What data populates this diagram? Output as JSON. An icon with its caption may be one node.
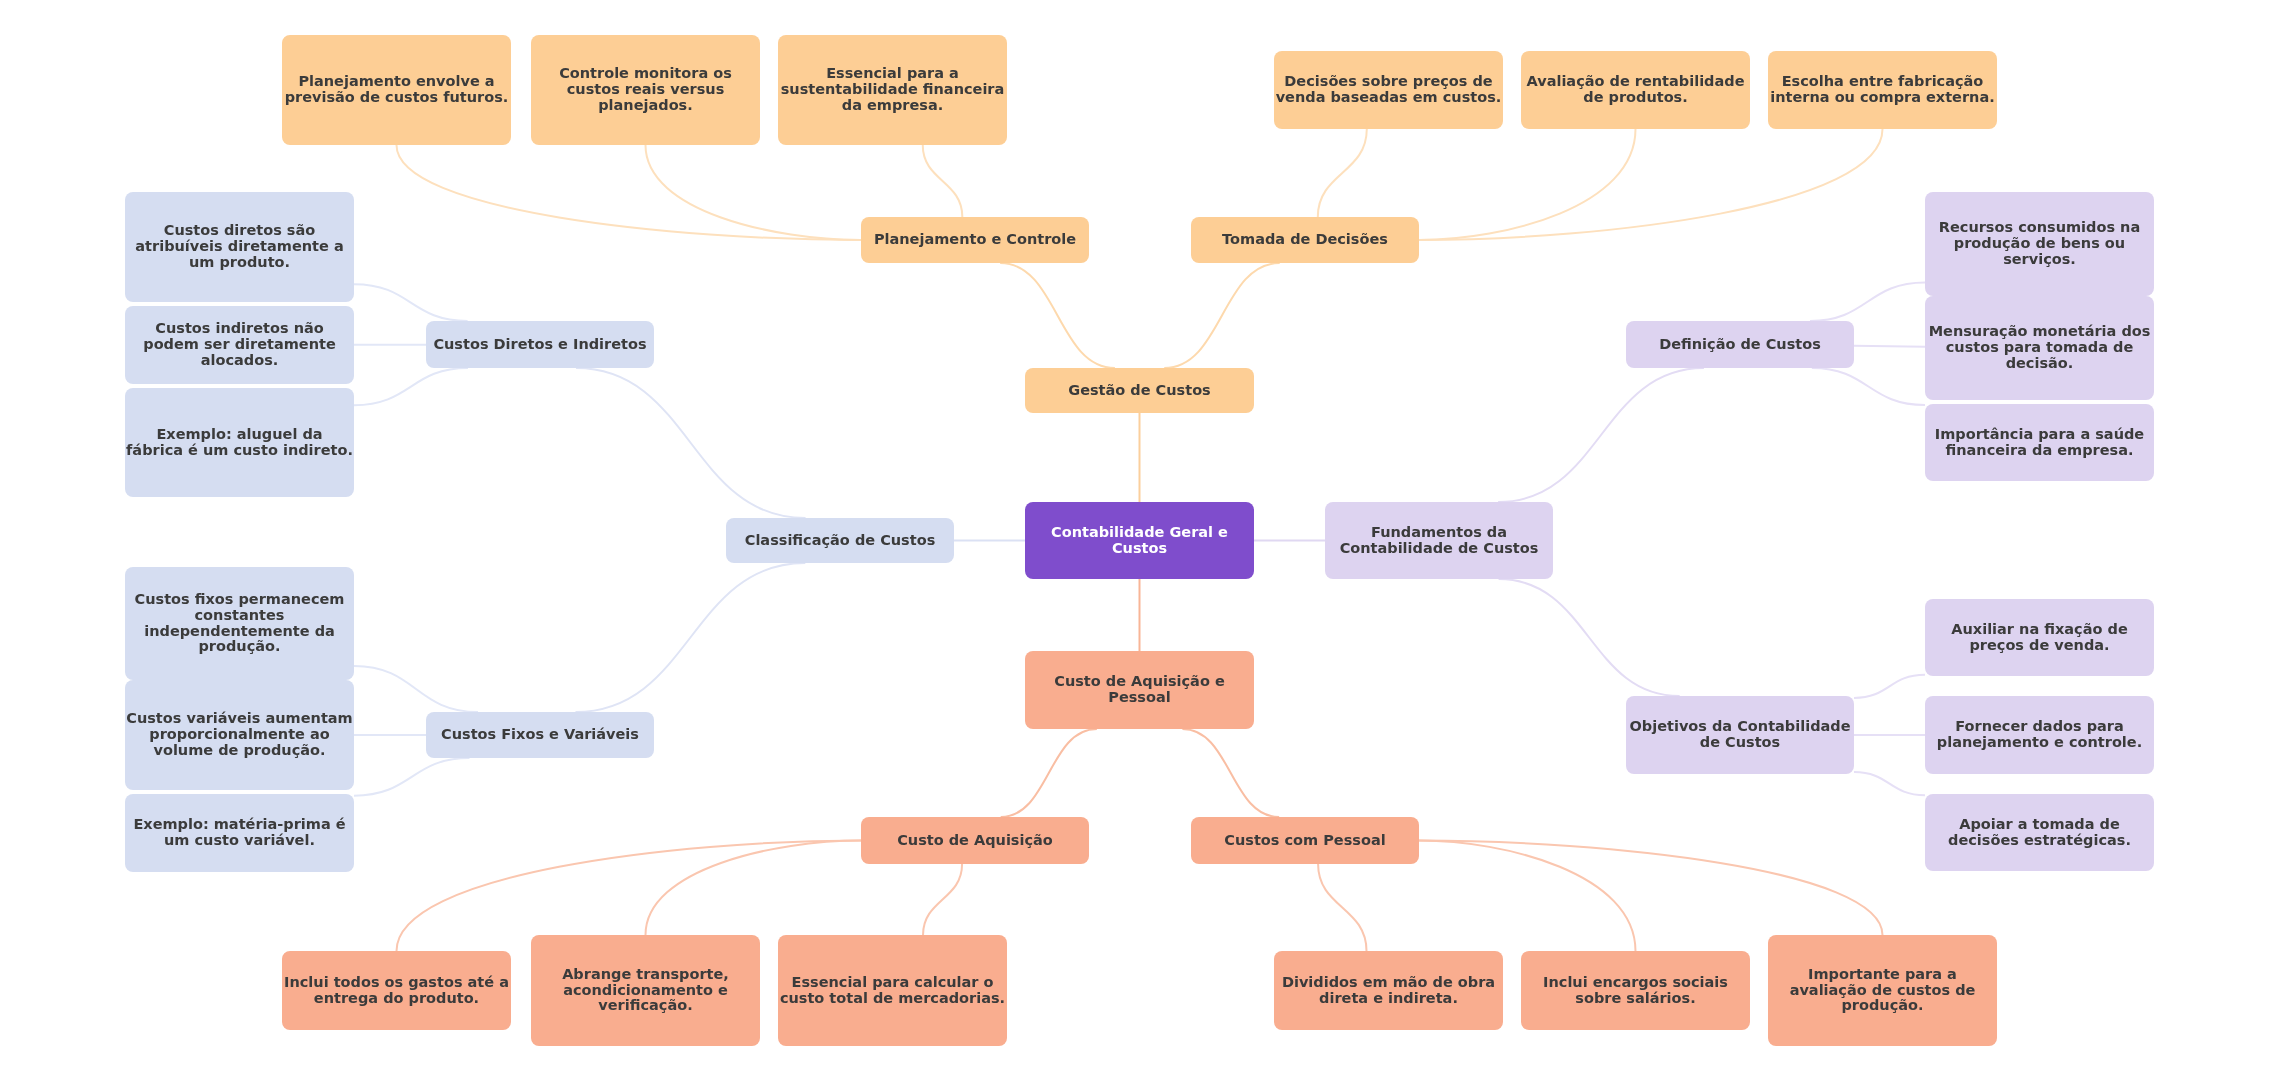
{
  "diagram": {
    "nodes": [
      {
        "text": [
          "Contabilidade Geral e Custos"
        ]
      },
      {
        "text": [
          "Gestão de Custos"
        ]
      },
      {
        "text": [
          "Planejamento e Controle"
        ]
      },
      {
        "text": [
          "Planejamento envolve a previsão de custos futuros."
        ]
      },
      {
        "text": [
          "Controle monitora os custos reais versus planejados."
        ]
      },
      {
        "text": [
          "Essencial para a sustentabilidade financeira da empresa."
        ]
      },
      {
        "text": [
          "Tomada de Decisões"
        ]
      },
      {
        "text": [
          "Decisões sobre preços de venda baseadas em custos."
        ]
      },
      {
        "text": [
          "Avaliação de rentabilidade de produtos."
        ]
      },
      {
        "text": [
          "Escolha entre fabricação interna ou compra externa."
        ]
      },
      {
        "text": [
          "Classificação de Custos"
        ]
      },
      {
        "text": [
          "Custos Diretos e Indiretos"
        ]
      },
      {
        "text": [
          "Custos diretos são atribuíveis diretamente a um produto."
        ]
      },
      {
        "text": [
          "Custos indiretos não podem ser diretamente alocados."
        ]
      },
      {
        "text": [
          "Exemplo: aluguel da fábrica é um custo indireto."
        ]
      },
      {
        "text": [
          "Custos Fixos e Variáveis"
        ]
      },
      {
        "text": [
          "Custos fixos permanecem constantes independentemente da produção."
        ]
      },
      {
        "text": [
          "Custos variáveis aumentam proporcionalmente ao volume de produção."
        ]
      },
      {
        "text": [
          "Exemplo: matéria-prima é um custo variável."
        ]
      },
      {
        "text": [
          "Fundamentos da Contabilidade de Custos"
        ]
      },
      {
        "text": [
          "Definição de Custos"
        ]
      },
      {
        "text": [
          "Recursos consumidos na produção de bens ou serviços."
        ]
      },
      {
        "text": [
          "Mensuração monetária dos custos para tomada de decisão."
        ]
      },
      {
        "text": [
          "Importância para a saúde financeira da empresa."
        ]
      },
      {
        "text": [
          "Objetivos da Contabilidade de Custos"
        ]
      },
      {
        "text": [
          "Auxiliar na fixação de preços de venda."
        ]
      },
      {
        "text": [
          "Fornecer dados para planejamento e controle."
        ]
      },
      {
        "text": [
          "Apoiar a tomada de decisões estratégicas."
        ]
      },
      {
        "text": [
          "Custo de Aquisição e Pessoal"
        ]
      },
      {
        "text": [
          "Custo de Aquisição"
        ]
      },
      {
        "text": [
          "Inclui todos os gastos até a entrega do produto."
        ]
      },
      {
        "text": [
          "Abrange transporte, acondicionamento e verificação."
        ]
      },
      {
        "text": [
          "Essencial para calcular o custo total de mercadorias."
        ]
      },
      {
        "text": [
          "Custos com Pessoal"
        ]
      },
      {
        "text": [
          "Divididos em mão de obra direta e indireta."
        ]
      },
      {
        "text": [
          "Inclui encargos sociais sobre salários."
        ]
      },
      {
        "text": [
          "Importante para a avaliação de custos de produção."
        ]
      }
    ],
    "edges": [
      {
        "from": 0,
        "to": 1,
        "arrow": "none",
        "color": "#fbcf9c"
      },
      {
        "from": 1,
        "to": 2,
        "arrow": "none",
        "color": "#fdd9ad"
      },
      {
        "from": 2,
        "to": 3,
        "arrow": "none",
        "color": "#fde0bd"
      },
      {
        "from": 2,
        "to": 4,
        "arrow": "none",
        "color": "#fde0bd"
      },
      {
        "from": 2,
        "to": 5,
        "arrow": "none",
        "color": "#fde0bd"
      },
      {
        "from": 1,
        "to": 6,
        "arrow": "none",
        "color": "#fdd9ad"
      },
      {
        "from": 6,
        "to": 7,
        "arrow": "none",
        "color": "#fde0bd"
      },
      {
        "from": 6,
        "to": 8,
        "arrow": "none",
        "color": "#fde0bd"
      },
      {
        "from": 6,
        "to": 9,
        "arrow": "none",
        "color": "#fde0bd"
      },
      {
        "from": 0,
        "to": 10,
        "arrow": "none",
        "color": "#dbe1f4"
      },
      {
        "from": 10,
        "to": 11,
        "arrow": "none",
        "color": "#dfe4f5"
      },
      {
        "from": 11,
        "to": 12,
        "arrow": "none",
        "color": "#e2e7f7"
      },
      {
        "from": 11,
        "to": 13,
        "arrow": "none",
        "color": "#e2e7f7"
      },
      {
        "from": 11,
        "to": 14,
        "arrow": "none",
        "color": "#e2e7f7"
      },
      {
        "from": 10,
        "to": 15,
        "arrow": "none",
        "color": "#dfe4f5"
      },
      {
        "from": 15,
        "to": 16,
        "arrow": "none",
        "color": "#e2e7f7"
      },
      {
        "from": 15,
        "to": 17,
        "arrow": "none",
        "color": "#e2e7f7"
      },
      {
        "from": 15,
        "to": 18,
        "arrow": "none",
        "color": "#e2e7f7"
      },
      {
        "from": 0,
        "to": 19,
        "arrow": "none",
        "color": "#e0d8f2"
      },
      {
        "from": 19,
        "to": 20,
        "arrow": "none",
        "color": "#e3dcf4"
      },
      {
        "from": 20,
        "to": 21,
        "arrow": "none",
        "color": "#e6e0f6"
      },
      {
        "from": 20,
        "to": 22,
        "arrow": "none",
        "color": "#e6e0f6"
      },
      {
        "from": 20,
        "to": 23,
        "arrow": "none",
        "color": "#e6e0f6"
      },
      {
        "from": 19,
        "to": 24,
        "arrow": "none",
        "color": "#e3dcf4"
      },
      {
        "from": 24,
        "to": 25,
        "arrow": "none",
        "color": "#e6e0f6"
      },
      {
        "from": 24,
        "to": 26,
        "arrow": "none",
        "color": "#e6e0f6"
      },
      {
        "from": 24,
        "to": 27,
        "arrow": "none",
        "color": "#e6e0f6"
      },
      {
        "from": 0,
        "to": 28,
        "arrow": "none",
        "color": "#f8b596"
      },
      {
        "from": 28,
        "to": 29,
        "arrow": "none",
        "color": "#f9bea3"
      },
      {
        "from": 29,
        "to": 30,
        "arrow": "none",
        "color": "#fac6af"
      },
      {
        "from": 29,
        "to": 31,
        "arrow": "none",
        "color": "#fac6af"
      },
      {
        "from": 29,
        "to": 32,
        "arrow": "none",
        "color": "#fac6af"
      },
      {
        "from": 28,
        "to": 33,
        "arrow": "none",
        "color": "#f9bea3"
      },
      {
        "from": 33,
        "to": 34,
        "arrow": "none",
        "color": "#fac6af"
      },
      {
        "from": 33,
        "to": 35,
        "arrow": "none",
        "color": "#fac6af"
      },
      {
        "from": 33,
        "to": 36,
        "arrow": "none",
        "color": "#fac6af"
      }
    ]
  }
}
